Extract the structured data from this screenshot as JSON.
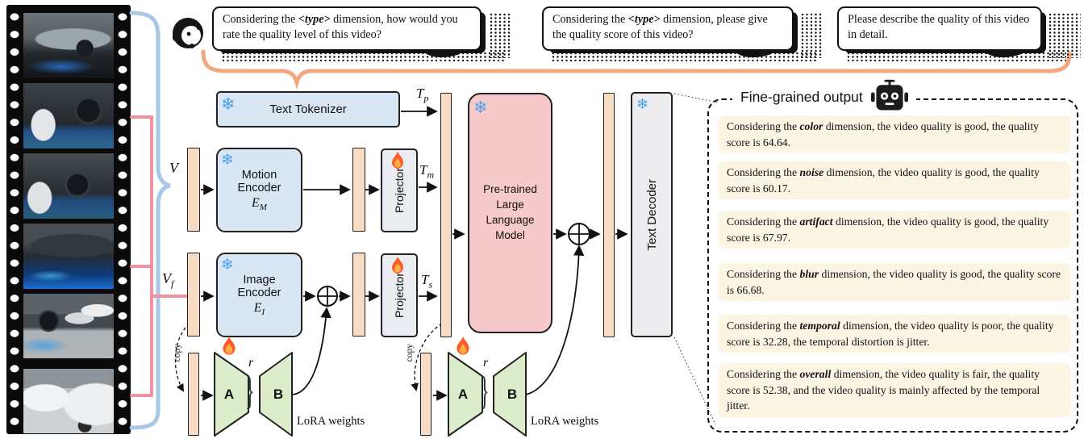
{
  "bubbles": [
    {
      "pre": "Considering the ",
      "token": "<type>",
      "post": " dimension, how would you rate the quality level of this video?"
    },
    {
      "pre": "Considering the ",
      "token": "<type>",
      "post": " dimension, please give the quality score of this video?"
    },
    {
      "pre": "",
      "token": "",
      "post": "Please describe the quality of this video in detail."
    }
  ],
  "labels": {
    "v": "V",
    "vf_base": "V",
    "vf_sub": "f",
    "tp_base": "T",
    "tp_sub": "p",
    "tm_base": "T",
    "tm_sub": "m",
    "ts_base": "T",
    "ts_sub": "s",
    "r": "r",
    "copy": "copy",
    "lora_a": "A",
    "lora_b": "B",
    "lora_weights": "LoRA weights"
  },
  "blocks": {
    "text_tokenizer": "Text Tokenizer",
    "motion_encoder": {
      "line1": "Motion",
      "line2": "Encoder",
      "math_base": "E",
      "math_sub": "M"
    },
    "image_encoder": {
      "line1": "Image",
      "line2": "Encoder",
      "math_base": "E",
      "math_sub": "I"
    },
    "projector": "Projector",
    "llm": {
      "lines": [
        "Pre-trained",
        "Large",
        "Language",
        "Model"
      ]
    },
    "text_decoder": "Text Decoder"
  },
  "output_panel": {
    "title": "Fine-grained output",
    "items": [
      {
        "pre": "Considering the ",
        "dim": "color",
        "post": " dimension, the video quality is good, the quality score is 64.64."
      },
      {
        "pre": "Considering the ",
        "dim": "noise",
        "post": " dimension, the video quality is good, the quality score is 60.17."
      },
      {
        "pre": "Considering the ",
        "dim": "artifact",
        "post": " dimension, the video quality is good, the quality score is 67.97."
      },
      {
        "pre": "Considering the ",
        "dim": "blur",
        "post": " dimension, the video quality is good, the quality score is 66.68."
      },
      {
        "pre": "Considering the ",
        "dim": "temporal",
        "post": " dimension, the video quality is poor, the quality score is 32.28, the temporal distortion is jitter."
      },
      {
        "pre": "Considering the ",
        "dim": "overall",
        "post": " dimension, the video quality is fair, the quality score is 52.38, and the video quality is mainly affected by the temporal jitter."
      }
    ]
  },
  "icons": {
    "snowflake": "❄",
    "headset_person": "headset-person-icon",
    "robot": "robot-icon",
    "flame": "flame-icon"
  },
  "colors": {
    "frozen_box": "#d9e6f4",
    "llm_box": "#f6caca",
    "projector_box": "#e9edf1",
    "decoder_box": "#ededef",
    "token_bar": "#f8dcc3",
    "lora_trapezoid": "#dcedcc",
    "output_item_bg": "#faf6e3",
    "prompt_brace": "#f0a87e",
    "video_brace": "#a9c7e6",
    "frame_bracket": "#f2919f",
    "snowflake_color": "#4aa3e8",
    "flame_color": "#ff5a2a"
  }
}
